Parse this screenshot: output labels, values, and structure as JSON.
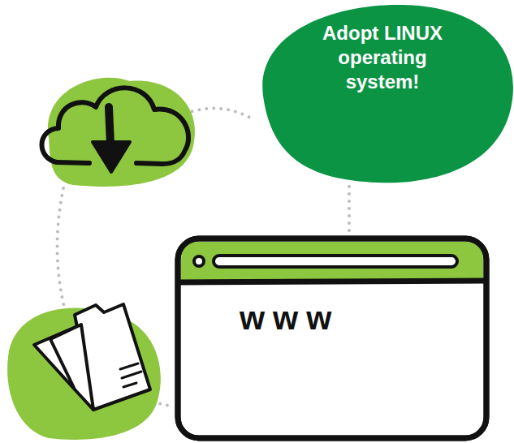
{
  "diagram": {
    "nodes": [
      {
        "text": [
          "Adopt LINUX operating system!"
        ]
      },
      {
        "text": [
          "www"
        ]
      }
    ],
    "edges": [
      {
        "from": 0,
        "to": 1,
        "arrow": "none"
      }
    ]
  }
}
